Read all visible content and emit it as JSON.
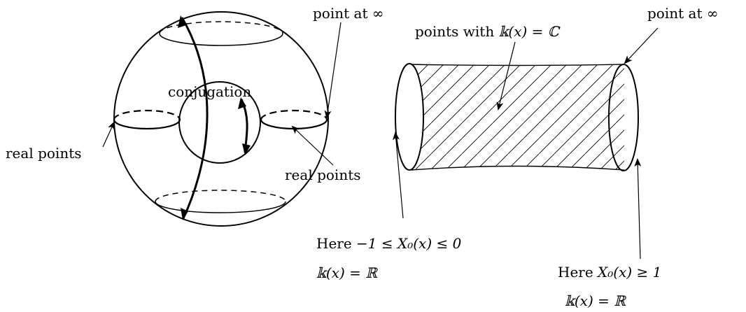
{
  "left_figure": {
    "label_point_at_infinity": "point at ∞",
    "label_conjugation": "conjugation",
    "label_real_points_left": "real points",
    "label_real_points_right": "real points"
  },
  "right_figure": {
    "label_point_at_infinity": "point at ∞",
    "label_points_with": "points with ",
    "label_points_with_math": "𝕜(x) = ℂ",
    "left_end_line1_text": "Here ",
    "left_end_line1_math": "−1 ≤ X₀(x) ≤ 0",
    "left_end_line2_math": "𝕜(x) = ℝ",
    "right_end_line1_text": "Here ",
    "right_end_line1_math": "X₀(x) ≥ 1",
    "right_end_line2_math": "𝕜(x) = ℝ"
  },
  "colors": {
    "ink": "#000000",
    "background": "#ffffff"
  }
}
